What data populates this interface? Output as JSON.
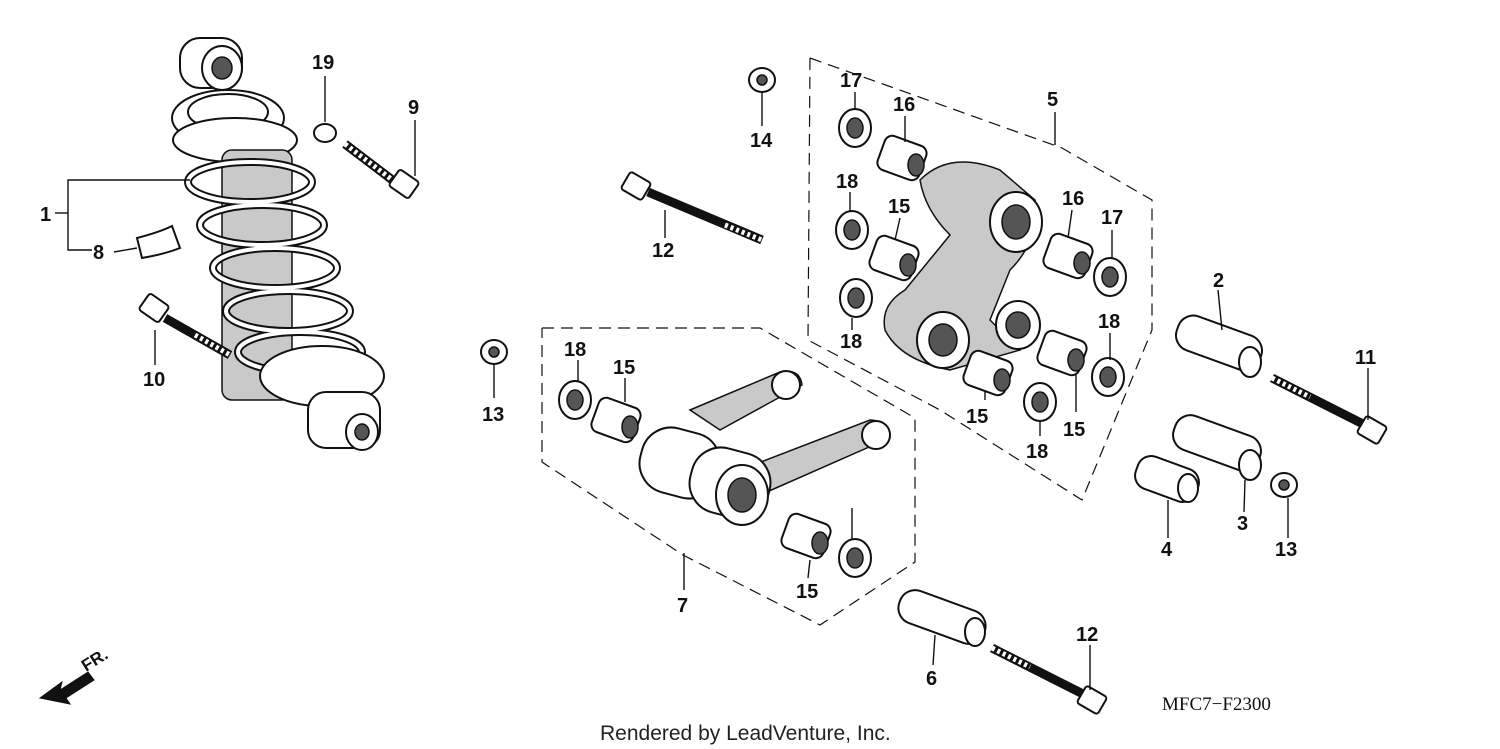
{
  "diagram": {
    "callouts": {
      "c1": "1",
      "c2": "2",
      "c3": "3",
      "c4": "4",
      "c5": "5",
      "c6": "6",
      "c7": "7",
      "c8": "8",
      "c9": "9",
      "c10": "10",
      "c11": "11",
      "c12a": "12",
      "c12b": "12",
      "c13a": "13",
      "c13b": "13",
      "c14": "14",
      "c15a": "15",
      "c15b": "15",
      "c15c": "15",
      "c15d": "15",
      "c15e": "15",
      "c16a": "16",
      "c16b": "16",
      "c17a": "17",
      "c17b": "17",
      "c18a": "18",
      "c18b": "18",
      "c18c": "18",
      "c18d": "18",
      "c18e": "18",
      "c19": "19"
    },
    "direction_label": "FR.",
    "drawing_code": "MFC7−F2300",
    "credit": "Rendered by LeadVenture, Inc."
  }
}
